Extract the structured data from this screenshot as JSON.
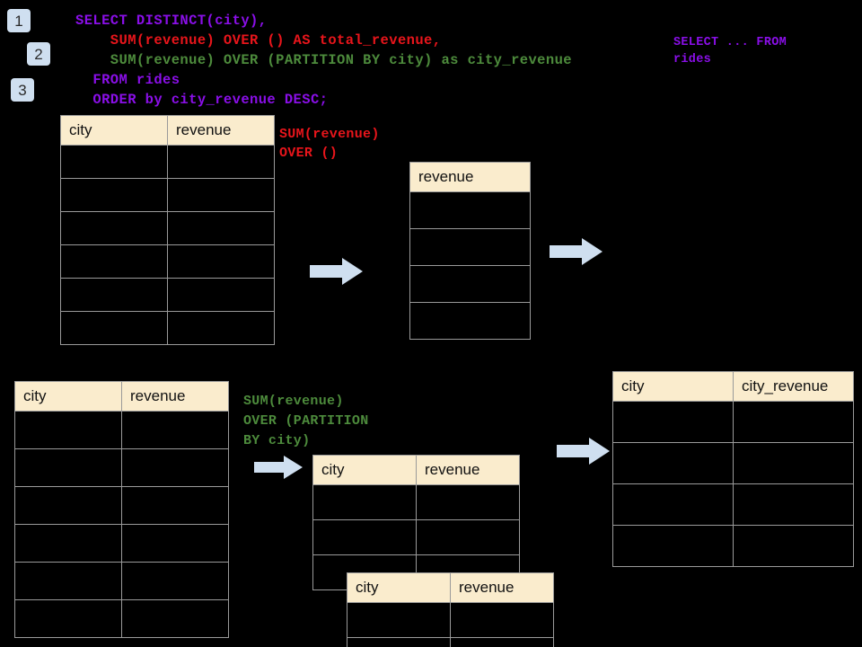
{
  "meta": {
    "background_color": "#000000",
    "header_fill": "#faeccd",
    "border_color": "#9a9a9a",
    "arrow_color": "#cfdff0",
    "badge_color": "#cfdff0",
    "purple": "#8a0fe8",
    "red": "#e8151b",
    "green": "#4d8b3c"
  },
  "badges": [
    {
      "label": "1"
    },
    {
      "label": "2"
    },
    {
      "label": "3"
    }
  ],
  "sql": {
    "line1": "SELECT DISTINCT(city),",
    "line2": "    SUM(revenue) OVER () AS total_revenue,",
    "line3": "    SUM(revenue) OVER (PARTITION BY city) as city_revenue",
    "line4": "  FROM rides",
    "line5": "  ORDER by city_revenue DESC;"
  },
  "annotations": {
    "select_from_rides": "SELECT ... FROM\nrides",
    "sum_over_empty": "SUM(revenue)\nOVER ()",
    "sum_over_partition": "SUM(revenue)\nOVER (PARTITION\nBY city)"
  },
  "tables": {
    "rides_top": {
      "name": "rides-source-table",
      "headers": [
        "city",
        "revenue"
      ],
      "row_count": 6
    },
    "total_revenue": {
      "name": "total-revenue-table",
      "headers": [
        "revenue"
      ],
      "row_count": 4
    },
    "rides_bottom": {
      "name": "rides-source-table-bottom",
      "headers": [
        "city",
        "revenue"
      ],
      "row_count": 6
    },
    "partition_back": {
      "name": "partition-table-back",
      "headers": [
        "city",
        "revenue"
      ],
      "row_count": 3
    },
    "partition_front": {
      "name": "partition-table-front",
      "headers": [
        "city",
        "revenue"
      ],
      "row_count": 2
    },
    "city_revenue": {
      "name": "city-revenue-result-table",
      "headers": [
        "city",
        "city_revenue"
      ],
      "row_count": 4
    }
  },
  "arrows": [
    {
      "name": "arrow-rides-to-total-revenue"
    },
    {
      "name": "arrow-total-revenue-to-result"
    },
    {
      "name": "arrow-rides-to-partition"
    },
    {
      "name": "arrow-partition-to-result"
    }
  ]
}
